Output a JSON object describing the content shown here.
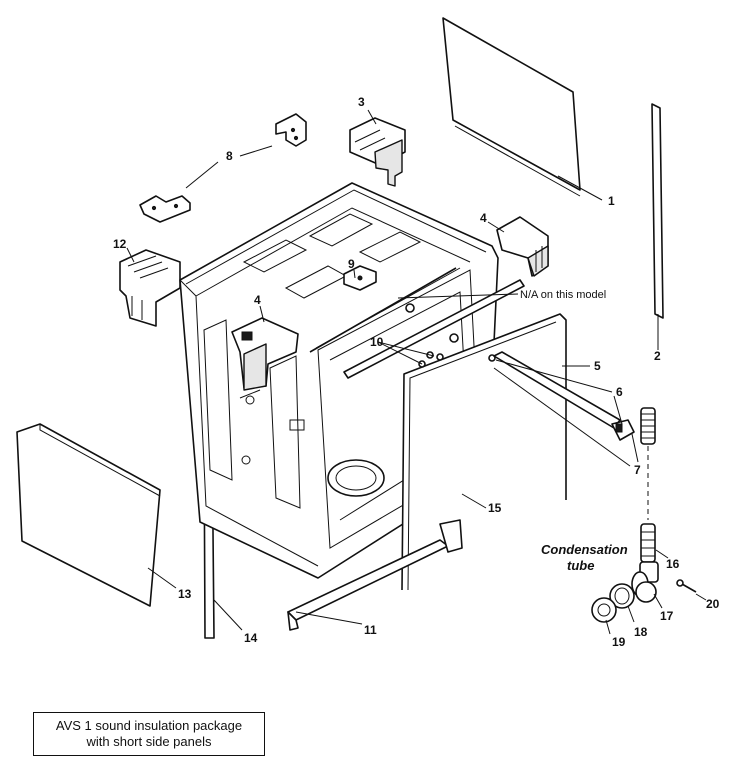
{
  "diagram": {
    "part_numbers": {
      "p1": "1",
      "p2": "2",
      "p3": "3",
      "p4a": "4",
      "p4b": "4",
      "p5": "5",
      "p6": "6",
      "p7": "7",
      "p8": "8",
      "p9": "9",
      "p10": "10",
      "p11": "11",
      "p12": "12",
      "p13": "13",
      "p14": "14",
      "p15": "15",
      "p16": "16",
      "p17": "17",
      "p18": "18",
      "p19": "19",
      "p20": "20"
    },
    "na_note": "N/A on this model",
    "condensation_label": [
      "Condensation",
      "tube"
    ]
  },
  "caption": {
    "line1": "AVS 1 sound insulation package",
    "line2": "with short side panels"
  }
}
